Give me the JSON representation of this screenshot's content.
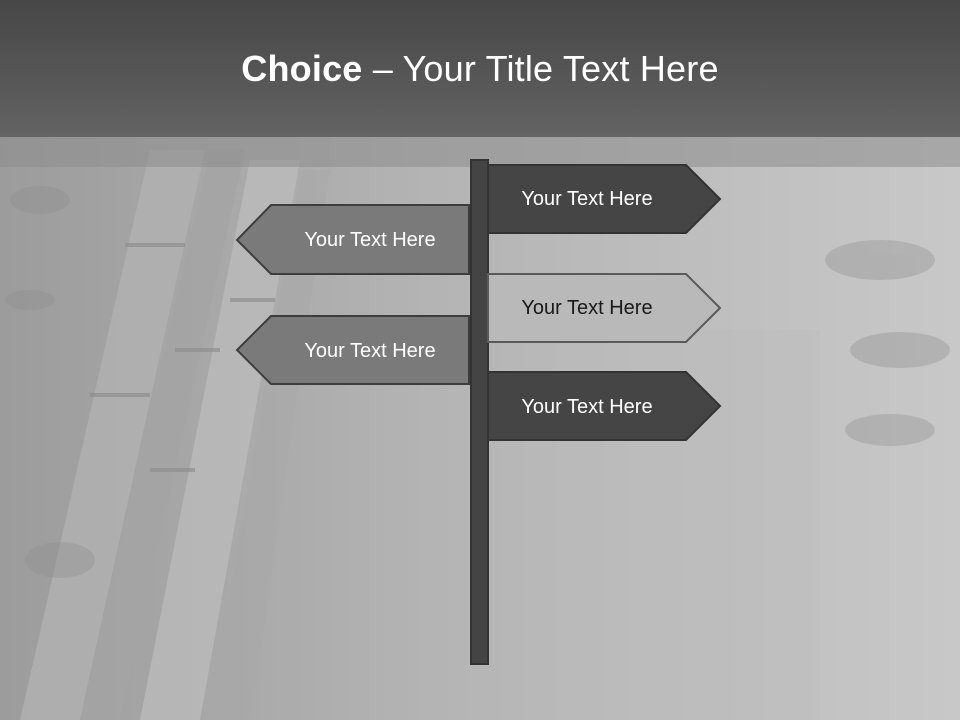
{
  "title": {
    "bold": "Choice",
    "rest": " – Your Title Text Here"
  },
  "signs": {
    "right_1": "Your Text Here",
    "left_1": "Your Text Here",
    "right_2": "Your Text Here",
    "left_2": "Your Text Here",
    "right_3": "Your Text Here"
  },
  "colors": {
    "header": "#4a4a4a",
    "pole": "#444444",
    "sign_dark": "#454545",
    "sign_mid": "#7a7a7a",
    "sign_light": "#b9b9b9",
    "text": "#ffffff"
  }
}
